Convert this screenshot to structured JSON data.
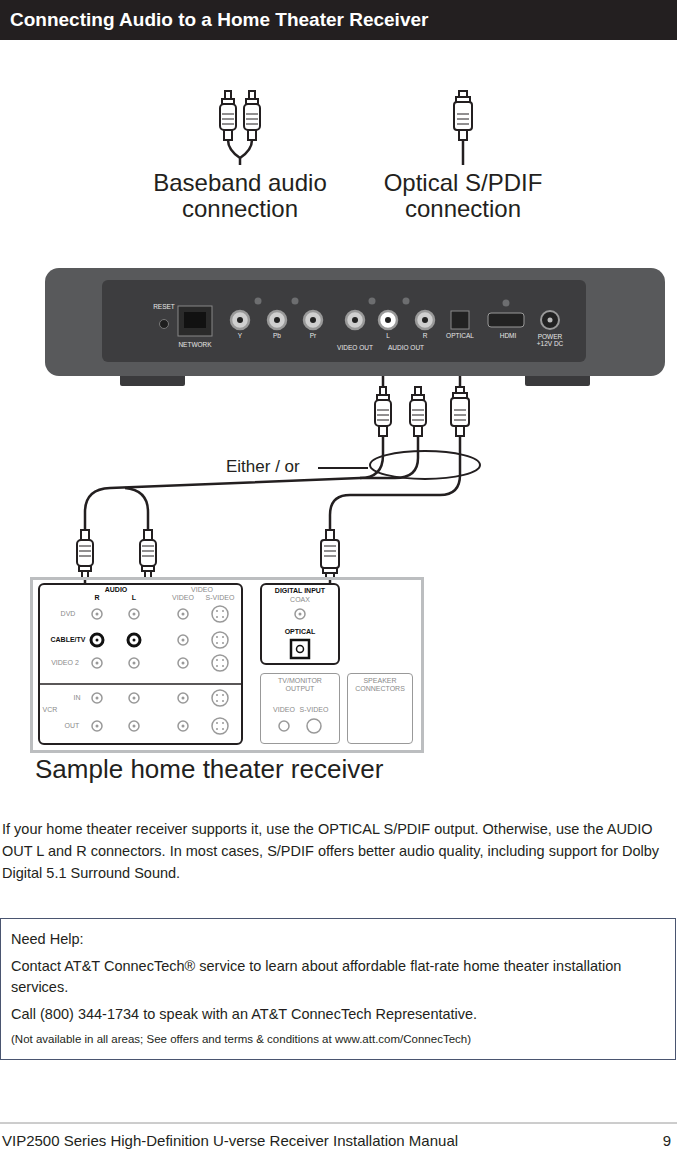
{
  "diagram": {
    "title": "Connecting Audio to a Home Theater Receiver",
    "nodes": [
      {
        "text": [
          "RESET",
          "NETWORK",
          "Y",
          "Pb",
          "Pr",
          "VIDEO OUT",
          "L",
          "R",
          "AUDIO OUT",
          "OPTICAL",
          "HDMI",
          "POWER +12V DC"
        ]
      },
      {
        "text": [
          "Sample home theater receiver"
        ]
      },
      {
        "text": [
          "AUDIO",
          "R",
          "L",
          "VIDEO",
          "VIDEO",
          "S-VIDEO",
          "DVD",
          "CABLE/TV",
          "VIDEO 2",
          "IN",
          "VCR",
          "OUT"
        ],
        "in": 1
      },
      {
        "text": [
          "DIGITAL INPUT",
          "COAX",
          "OPTICAL"
        ],
        "in": 1
      },
      {
        "text": [
          "TV/MONITOR OUTPUT",
          "VIDEO",
          "S-VIDEO"
        ],
        "in": 1
      },
      {
        "text": [
          "SPEAKER CONNECTORS"
        ],
        "in": 1
      },
      {
        "text": [
          "Need Help:",
          "Contact AT&T ConnecTech® service to learn about affordable flat-rate home theater installation services.",
          "Call (800) 344-1734 to speak with an AT&T ConnecTech Representative.",
          "(Not available in all areas; See offers and terms & conditions at www.att.com/ConnecTech)"
        ]
      }
    ],
    "edges": [
      {
        "from": 0,
        "to": 2,
        "arrow": "none"
      },
      {
        "from": 0,
        "to": 3,
        "arrow": "none"
      }
    ],
    "labels": [
      "Baseband audio connection",
      "Optical S/PDIF connection",
      "Either / or",
      "If your home theater receiver supports it, use the OPTICAL S/PDIF output. Otherwise, use the AUDIO OUT L and R connectors. In most cases, S/PDIF offers better audio quality, including support for Dolby Digital 5.1 Surround Sound.",
      "VIP2500 Series High-Definition U-verse Receiver Installation Manual",
      "9"
    ]
  }
}
